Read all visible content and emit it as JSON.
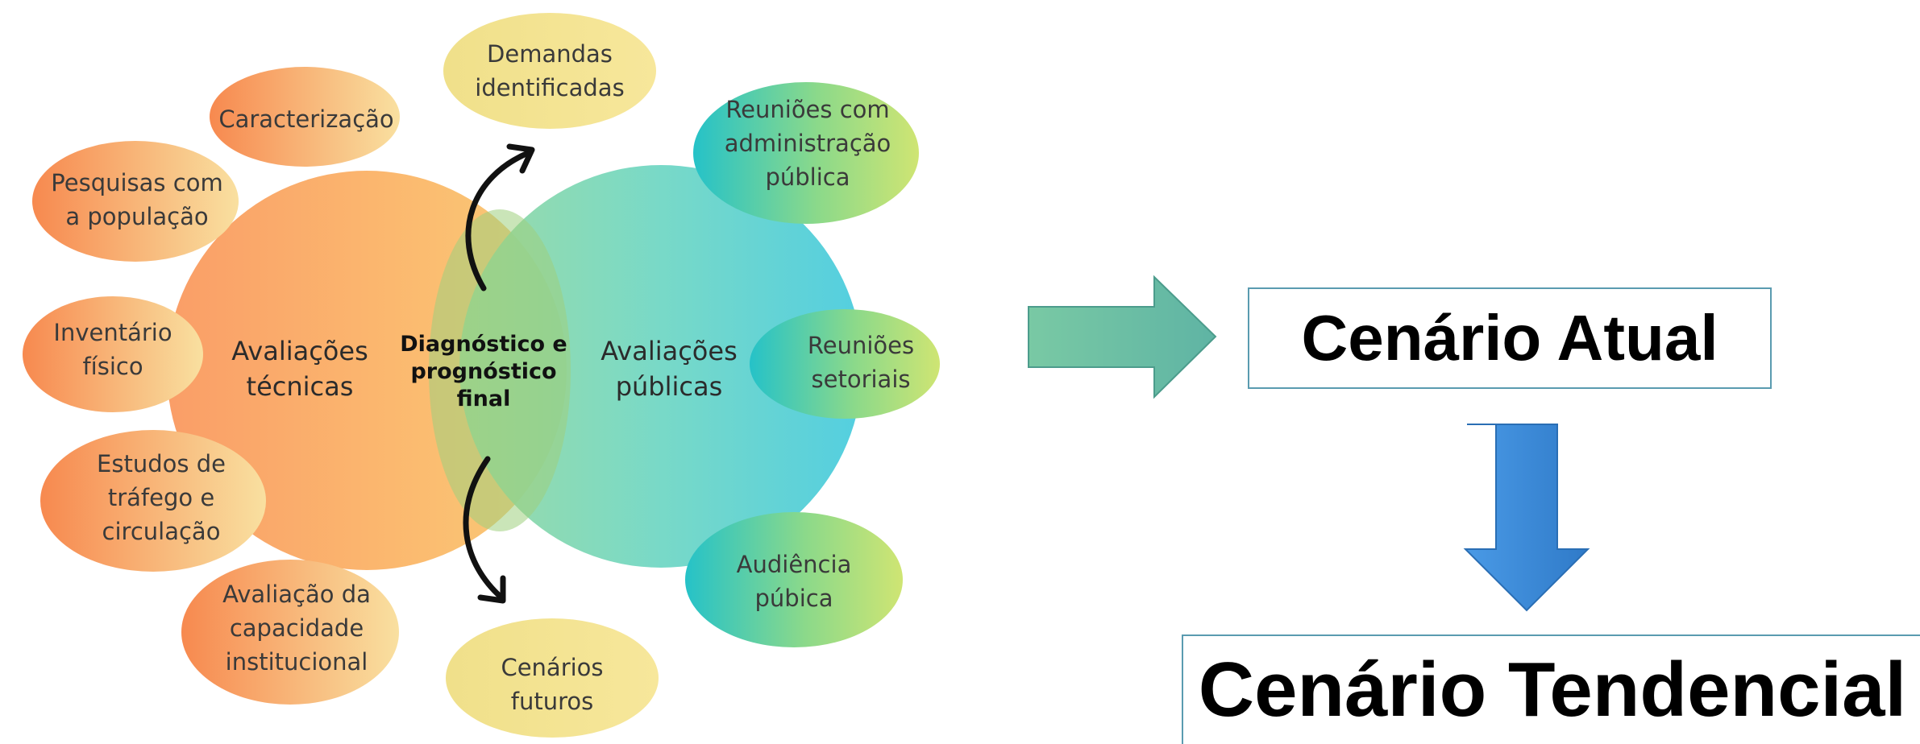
{
  "diagram": {
    "left_label": "Avaliações\ntécnicas",
    "right_label": "Avaliações\npúblicas",
    "center_label": "Diagnóstico e\nprognóstico\nfinal",
    "top_blob": "Demandas\nidentificadas",
    "bottom_blob": "Cenários\nfuturos",
    "left_blobs": [
      "Caracterização",
      "Pesquisas com\na população",
      "Inventário\nfísico",
      "Estudos de\ntráfego e\ncirculação",
      "Avaliação da\ncapacidade\ninstitucional"
    ],
    "right_blobs": [
      "Reuniões com\nadministração\npública",
      "Reuniões\nsetoriais",
      "Audiência\npúbica"
    ]
  },
  "scenarios": {
    "current": "Cenário Atual",
    "trend": "Cenário Tendencial"
  },
  "colors": {
    "orange": "#f9a05c",
    "yellow": "#f6d97a",
    "teal": "#3ccfc4",
    "green": "#b8dc6a",
    "arrow_right": "#6bbfa6",
    "arrow_down": "#3a86d6",
    "box_border": "#5a9bb0"
  }
}
